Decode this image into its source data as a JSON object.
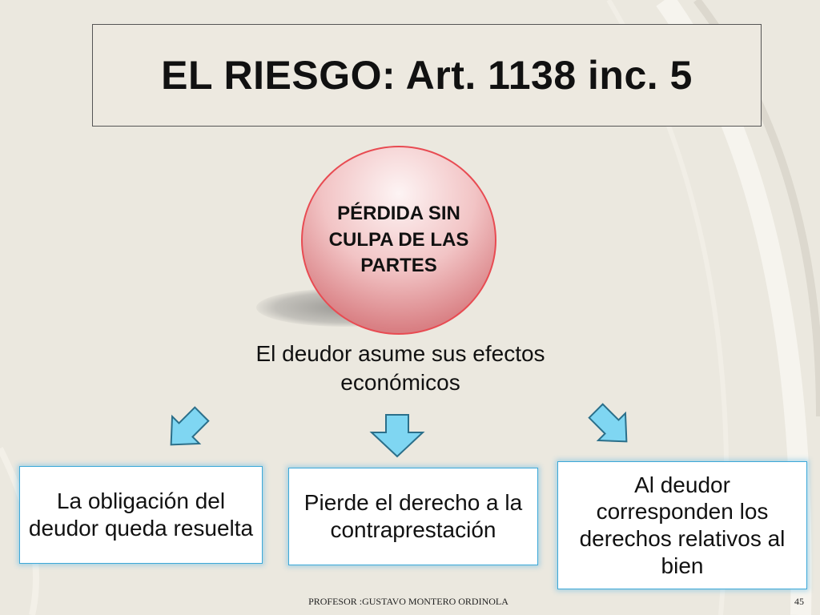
{
  "title": "EL RIESGO: Art. 1138 inc. 5",
  "center_node": "PÉRDIDA SIN CULPA DE LAS PARTES",
  "effect": "El deudor asume sus efectos económicos",
  "boxes": [
    "La obligación del deudor queda resuelta",
    "Pierde el derecho a la contraprestación",
    "Al deudor corresponden los derechos relativos al bien"
  ],
  "footer": {
    "author": "PROFESOR :GUSTAVO MONTERO ORDINOLA",
    "page": "45"
  },
  "colors": {
    "background": "#ebe8df",
    "circle_border": "#e84b52",
    "box_border": "#3da8d8",
    "arrow_fill": "#7fd6f2"
  },
  "icons": [
    "arrow-down-left-icon",
    "arrow-down-icon",
    "arrow-down-right-icon"
  ]
}
